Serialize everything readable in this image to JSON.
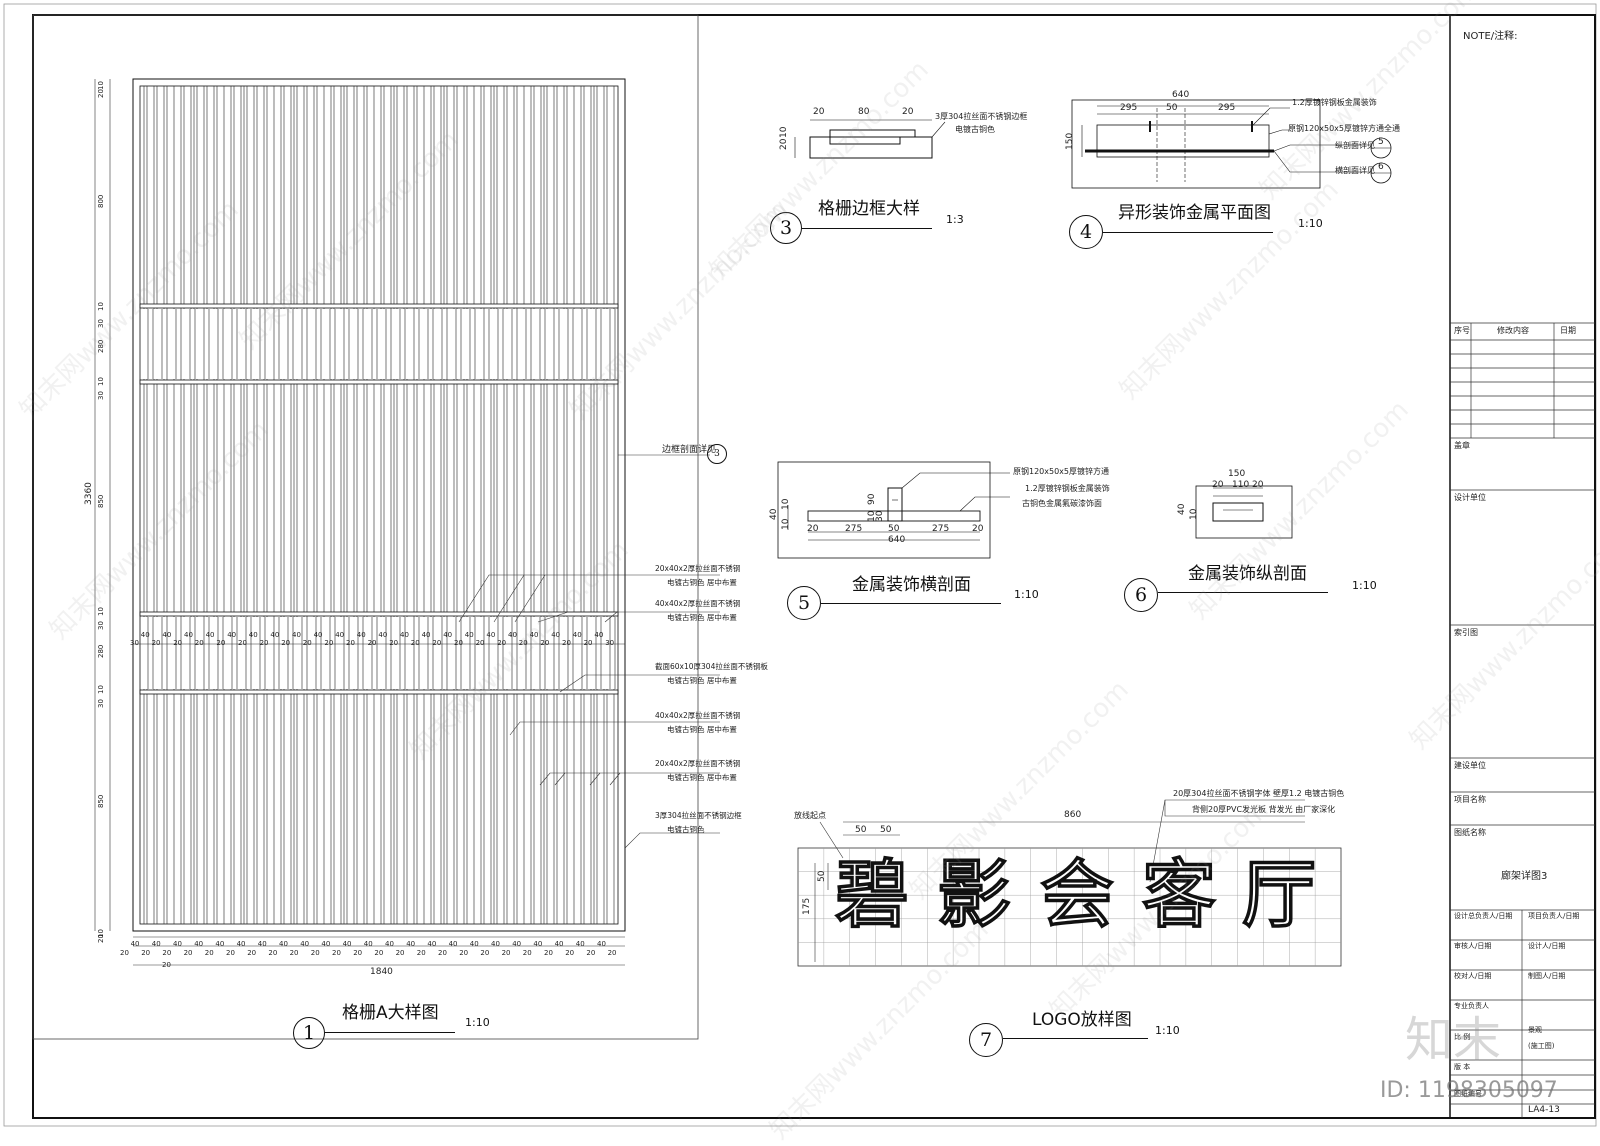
{
  "title_block": {
    "note": "NOTE/注释:",
    "revision_header": {
      "no": "序号",
      "content": "修改内容",
      "date": "日期"
    },
    "seal": "盖章",
    "design_unit": "设计单位",
    "key_plan": "索引图",
    "client": "建设单位",
    "project": "项目名称",
    "drawing_title_label": "图纸名称",
    "drawing_title": "廊架详图3",
    "sign_left": [
      "设计总负责人/日期",
      "审核人/日期",
      "校对人/日期",
      "专业负责人",
      "比 例",
      "版 本",
      "图纸编号"
    ],
    "sign_right": [
      "项目负责人/日期",
      "设计人/日期",
      "制图人/日期",
      "景观",
      "(施工图)"
    ],
    "drawing_no": "LA4-13"
  },
  "details": {
    "d1": {
      "num": "1",
      "title": "格栅A大样图",
      "scale": "1:10"
    },
    "d3": {
      "num": "3",
      "title": "格栅边框大样",
      "scale": "1:3"
    },
    "d4": {
      "num": "4",
      "title": "异形装饰金属平面图",
      "scale": "1:10"
    },
    "d5": {
      "num": "5",
      "title": "金属装饰横剖面",
      "scale": "1:10"
    },
    "d6": {
      "num": "6",
      "title": "金属装饰纵剖面",
      "scale": "1:10"
    },
    "d7": {
      "num": "7",
      "title": "LOGO放样图",
      "scale": "1:10"
    }
  },
  "grille": {
    "width_dim": "1840",
    "height_dim": "3360",
    "left_dims": [
      "10",
      "20",
      "800",
      "10",
      "30",
      "280",
      "10",
      "30",
      "850",
      "10",
      "30",
      "280",
      "10",
      "30",
      "850",
      "10",
      "20"
    ],
    "callout_section": "边框剖面详见",
    "callout_ref": "3",
    "notes": [
      [
        "20x40x2厚拉丝面不锈钢",
        "电镀古铜色  居中布置"
      ],
      [
        "40x40x2厚拉丝面不锈钢",
        "电镀古铜色  居中布置"
      ],
      [
        "截面60x10厚304拉丝面不锈钢板",
        "电镀古铜色  居中布置"
      ],
      [
        "40x40x2厚拉丝面不锈钢",
        "电镀古铜色  居中布置"
      ],
      [
        "20x40x2厚拉丝面不锈钢",
        "电镀古铜色  居中布置"
      ],
      [
        "3厚304拉丝面不锈钢边框",
        "电镀古铜色"
      ]
    ]
  },
  "d3_notes": [
    "3厚304拉丝面不锈钢边框",
    "电镀古铜色"
  ],
  "d3_dims": [
    "20",
    "80",
    "20",
    "20",
    "10"
  ],
  "d4_dims": [
    "640",
    "295",
    "50",
    "295",
    "150"
  ],
  "d4_notes": [
    "1.2厚镀锌钢板金属装饰",
    "原钢120x50x5厚镀锌方通全通",
    "纵剖面详见",
    "横剖面详见"
  ],
  "d4_refs": [
    "5",
    "6"
  ],
  "d5_notes": [
    "原钢120x50x5厚镀锌方通",
    "1.2厚镀锌钢板金属装饰",
    "古铜色金属氟碳漆饰面"
  ],
  "d5_dims": [
    "20",
    "275",
    "50",
    "275",
    "20",
    "640",
    "40",
    "10",
    "10",
    "90",
    "10",
    "30"
  ],
  "d6_dims": [
    "150",
    "20",
    "110",
    "20",
    "40",
    "10"
  ],
  "logo": {
    "chars": [
      "碧",
      "影",
      "会",
      "客",
      "厅"
    ],
    "note1": "20厚304拉丝面不锈钢字体 壁厚1.2 电镀古铜色",
    "note2": "背侧20厚PVC发光板 背发光 由厂家深化",
    "origin": "放线起点",
    "dims": [
      "860",
      "50",
      "50",
      "50",
      "175"
    ]
  },
  "watermark": {
    "text": "知末网www.znzmo.com",
    "brand": "知末",
    "id": "ID: 1198305097"
  }
}
